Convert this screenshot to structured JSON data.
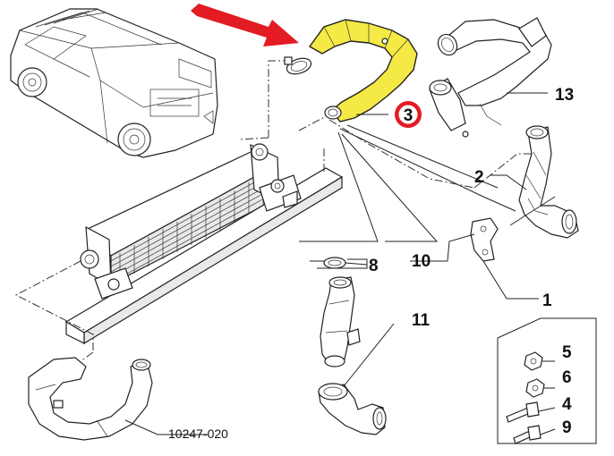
{
  "diagram": {
    "callouts": {
      "c1": "1",
      "c2": "2",
      "c4": "4",
      "c5": "5",
      "c6": "6",
      "c8": "8",
      "c9": "9",
      "c10": "10",
      "c11": "11",
      "c13": "13",
      "ref": "10247-020"
    },
    "highlight": {
      "label": "3",
      "part_color": "#f5ea45",
      "badge_color": "#e31b23",
      "arrow_color": "#e31b23"
    }
  }
}
